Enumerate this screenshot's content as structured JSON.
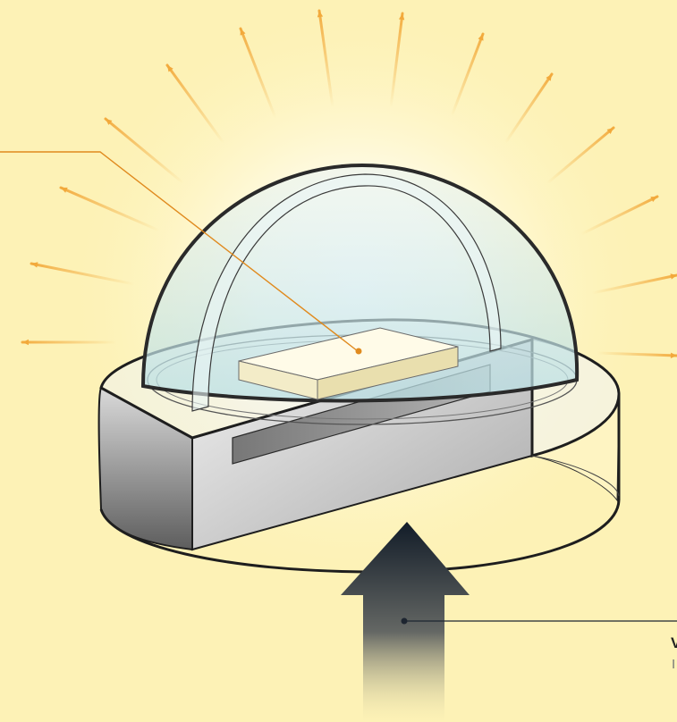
{
  "figure": {
    "background_color": "#fdf2b6",
    "glow_color": "#ffffff",
    "ray_color": "#f2a93b",
    "dome_stroke_color": "#2a2a2a",
    "glass_color": "#cfe8ec",
    "chip_color": "#fbf6dc",
    "base_color": "#cfcfcf",
    "arrow_color": "#17222f",
    "leader_color_chip": "#e08a1e",
    "leader_color_arrow": "#1d2530"
  },
  "labels": {
    "arrow_label_partial": "V",
    "arrow_sublabel_partial": "I"
  },
  "icons": {
    "light_rays": "ray-burst",
    "input_arrow": "up-arrow"
  }
}
